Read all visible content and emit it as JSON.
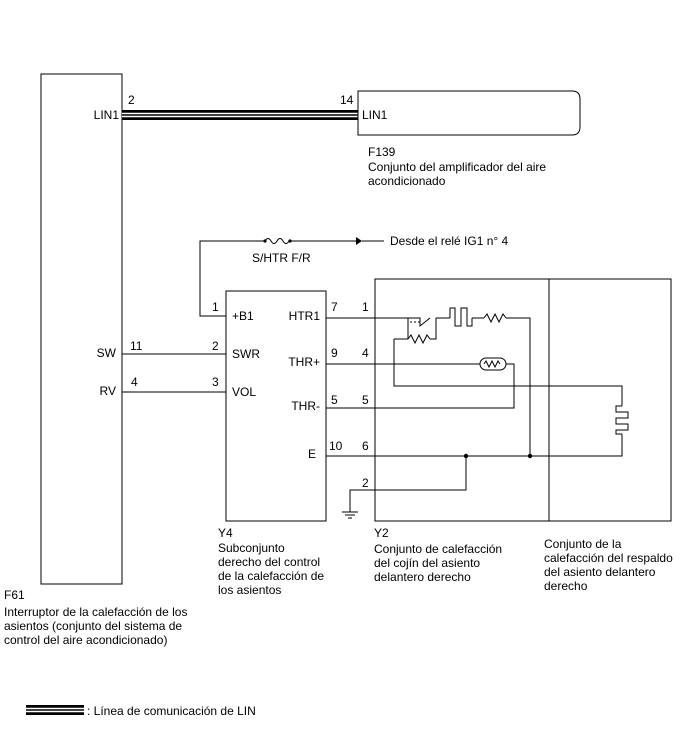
{
  "components": {
    "f61": {
      "code": "F61",
      "desc": [
        "Interruptor de la calefacción de los",
        "asientos (conjunto del sistema de",
        "control del aire acondicionado)"
      ],
      "pins": [
        {
          "num": "2",
          "label": "LIN1"
        },
        {
          "num": "11",
          "label": "SW"
        },
        {
          "num": "4",
          "label": "RV"
        }
      ]
    },
    "f139": {
      "code": "F139",
      "desc": [
        "Conjunto del amplificador del aire",
        "acondicionado"
      ],
      "pin": {
        "num": "14",
        "label": "LIN1"
      }
    },
    "y4": {
      "code": "Y4",
      "desc": [
        "Subconjunto",
        "derecho del control",
        "de la calefacción de",
        "los asientos"
      ],
      "pins": [
        {
          "num": "1",
          "label": "+B1"
        },
        {
          "num": "2",
          "label": "SWR"
        },
        {
          "num": "3",
          "label": "VOL"
        },
        {
          "num": "7",
          "label": "HTR1"
        },
        {
          "num": "9",
          "label": "THR+"
        },
        {
          "num": "5",
          "label": "THR-"
        },
        {
          "num": "10",
          "label": "E"
        }
      ]
    },
    "y2": {
      "code": "Y2",
      "desc": [
        "Conjunto de calefacción",
        "del cojín del asiento",
        "delantero derecho"
      ],
      "pins": [
        "1",
        "4",
        "5",
        "6",
        "2"
      ]
    },
    "backrest": {
      "desc": [
        "Conjunto de la",
        "calefacción del respaldo",
        "del asiento delantero",
        "derecho"
      ]
    }
  },
  "fuse": {
    "label": "S/HTR F/R"
  },
  "source": {
    "label": "Desde el relé IG1 n° 4"
  },
  "legend": {
    "label": ": Línea de comunicación de LIN"
  }
}
